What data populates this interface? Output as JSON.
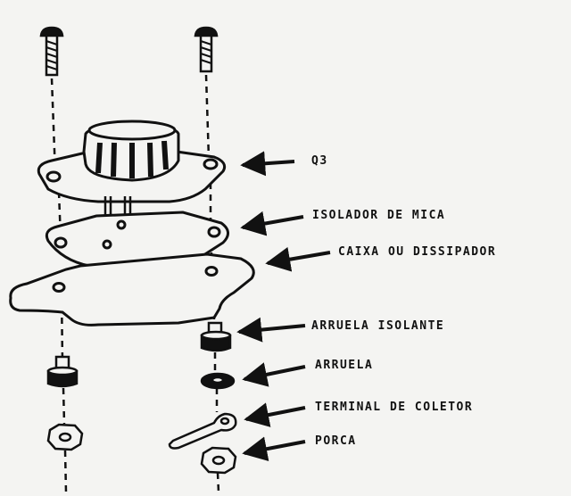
{
  "labels": {
    "q3": "Q3",
    "isolador": "ISOLADOR DE MICA",
    "caixa": "CAIXA OU DISSIPADOR",
    "arruela_isolante": "ARRUELA ISOLANTE",
    "arruela": "ARRUELA",
    "terminal": "TERMINAL DE COLETOR",
    "porca": "PORCA"
  },
  "colors": {
    "ink": "#111111",
    "paper": "#f4f4f2"
  }
}
